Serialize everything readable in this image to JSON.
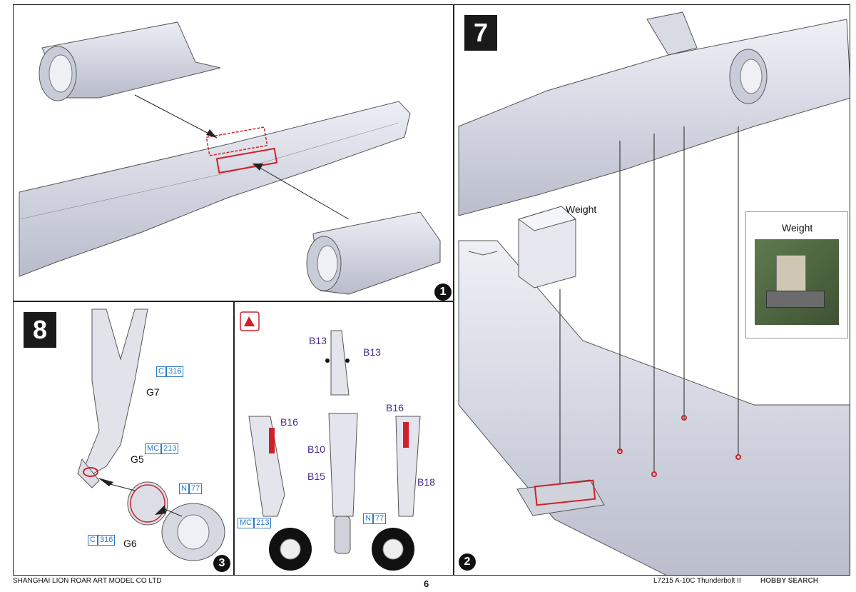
{
  "steps": {
    "step7_number": "7",
    "step8_number": "8"
  },
  "circled_numbers": {
    "c1": "1",
    "c2": "2",
    "c3": "3"
  },
  "labels": {
    "weight_1": "Weight",
    "weight_2": "Weight",
    "g7": "G7",
    "g5": "G5",
    "g6": "G6",
    "b13_left": "B13",
    "b13_right": "B13",
    "b16_left": "B16",
    "b16_right": "B16",
    "b10": "B10",
    "b15": "B15",
    "b18": "B18"
  },
  "color_codes": {
    "c316_top": {
      "letter": "C",
      "num": "316"
    },
    "mc213_left": {
      "letter": "MC",
      "num": "213"
    },
    "n77_left": {
      "letter": "N",
      "num": "77"
    },
    "c316_bottom": {
      "letter": "C",
      "num": "316"
    },
    "mc213_right": {
      "letter": "MC",
      "num": "213"
    },
    "n77_right": {
      "letter": "N",
      "num": "77"
    }
  },
  "footer": {
    "company": "SHANGHAI LION ROAR ART MODEL CO LTD",
    "page": "6",
    "product": "L7215 A-10C Thunderbolt II",
    "watermark": "HOBBY SEARCH"
  },
  "colors": {
    "highlight_red": "#d0202a",
    "code_blue": "#2a7ac8",
    "part_purple": "#4a2a8a",
    "model_grey": "#dcdde6"
  }
}
